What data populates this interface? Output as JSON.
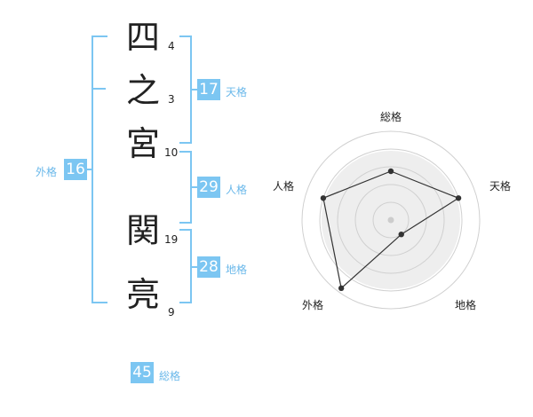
{
  "name": {
    "characters": [
      {
        "char": "四",
        "strokes": "4"
      },
      {
        "char": "之",
        "strokes": "3"
      },
      {
        "char": "宮",
        "strokes": "10"
      },
      {
        "char": "関",
        "strokes": "19"
      },
      {
        "char": "亮",
        "strokes": "9"
      }
    ]
  },
  "fortunes": {
    "tenkaku": {
      "value": "17",
      "label": "天格"
    },
    "jinkaku": {
      "value": "29",
      "label": "人格"
    },
    "chikaku": {
      "value": "28",
      "label": "地格"
    },
    "gaikaku": {
      "value": "16",
      "label": "外格"
    },
    "soukaku": {
      "value": "45",
      "label": "総格"
    }
  },
  "radar": {
    "axes": [
      "総格",
      "天格",
      "地格",
      "外格",
      "人格"
    ],
    "values": [
      0.55,
      0.8,
      0.2,
      0.95,
      0.8
    ],
    "levels": 5,
    "colors": {
      "fill": "#eeeeee",
      "ring": "#d0d0d0",
      "line": "#333333",
      "point": "#333333",
      "center": "#cccccc"
    }
  }
}
